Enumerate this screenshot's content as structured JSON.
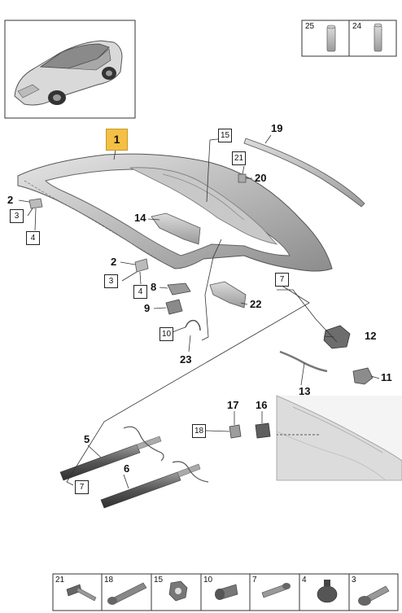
{
  "callouts": {
    "c1": "1",
    "c2a": "2",
    "c3a": "3",
    "c4a": "4",
    "c2b": "2",
    "c3b": "3",
    "c4b": "4",
    "c5": "5",
    "c6": "6",
    "c7a": "7",
    "c7b": "7",
    "c8": "8",
    "c9": "9",
    "c10": "10",
    "c11": "11",
    "c12": "12",
    "c13": "13",
    "c14": "14",
    "c15": "15",
    "c16": "16",
    "c17": "17",
    "c18": "18",
    "c19": "19",
    "c20": "20",
    "c21": "21",
    "c22": "22",
    "c23": "23"
  },
  "top_parts_table": [
    "25",
    "24"
  ],
  "bottom_parts_table": [
    "21",
    "18",
    "15",
    "10",
    "7",
    "4",
    "3"
  ]
}
